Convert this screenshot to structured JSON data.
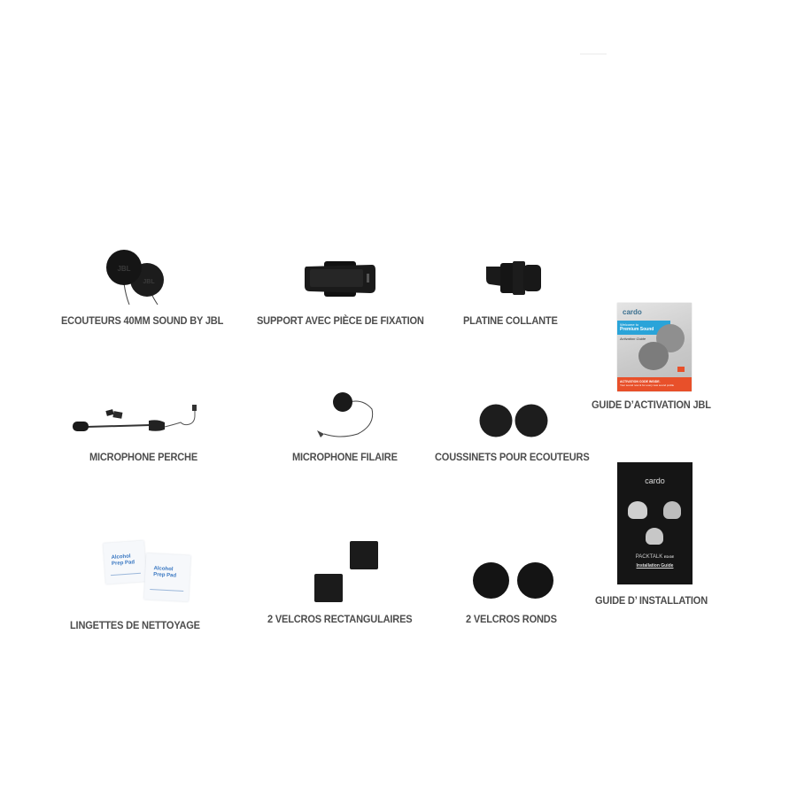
{
  "items": [
    {
      "id": "earphones",
      "label": "ECOUTEURS 40MM SOUND BY JBL",
      "icon": "earphones-jbl-icon",
      "brand_mark": "JBL"
    },
    {
      "id": "mount",
      "label": "SUPPORT AVEC PIÈCE DE FIXATION",
      "icon": "clamp-mount-icon"
    },
    {
      "id": "adhesive",
      "label": "PLATINE COLLANTE",
      "icon": "adhesive-plate-icon"
    },
    {
      "id": "jbl-guide",
      "label": "GUIDE D’ACTIVATION JBL",
      "icon": "jbl-guide-booklet-icon",
      "booklet": {
        "brand": "cardo",
        "title_line1": "Welcome to",
        "title_line2": "Premium Sound",
        "subtitle": "Activation Guide",
        "footer_line1": "ACTIVATION CODE INSIDE.",
        "footer_line2": "Your sound now & for every new sound profile",
        "accent": "#e8502a",
        "banner": "#2aa4d9"
      }
    },
    {
      "id": "boom-mic",
      "label": "MICROPHONE PERCHE",
      "icon": "boom-microphone-icon"
    },
    {
      "id": "wired-mic",
      "label": "MICROPHONE FILAIRE",
      "icon": "wired-microphone-icon"
    },
    {
      "id": "cushions",
      "label": "COUSSINETS POUR ECOUTEURS",
      "icon": "foam-cushions-icon"
    },
    {
      "id": "install-guide",
      "label": "GUIDE D’ INSTALLATION",
      "icon": "installation-guide-booklet-icon",
      "booklet": {
        "brand": "cardo",
        "product": "PACKTALK",
        "product_suffix": "EDGE",
        "subtitle": "Installation Guide"
      }
    },
    {
      "id": "wipes",
      "label": "LINGETTES DE NETTOYAGE",
      "icon": "alcohol-wipes-icon",
      "pad_text_line1": "Alcohol",
      "pad_text_line2": "Prep Pad"
    },
    {
      "id": "rect-velcro",
      "label": "2 VELCROS RECTANGULAIRES",
      "icon": "rectangular-velcro-icon"
    },
    {
      "id": "round-velcro",
      "label": "2 VELCROS RONDS",
      "icon": "round-velcro-icon"
    }
  ],
  "colors": {
    "label": "#4d4d4d",
    "product_black": "#1a1a1a",
    "background": "#ffffff"
  }
}
